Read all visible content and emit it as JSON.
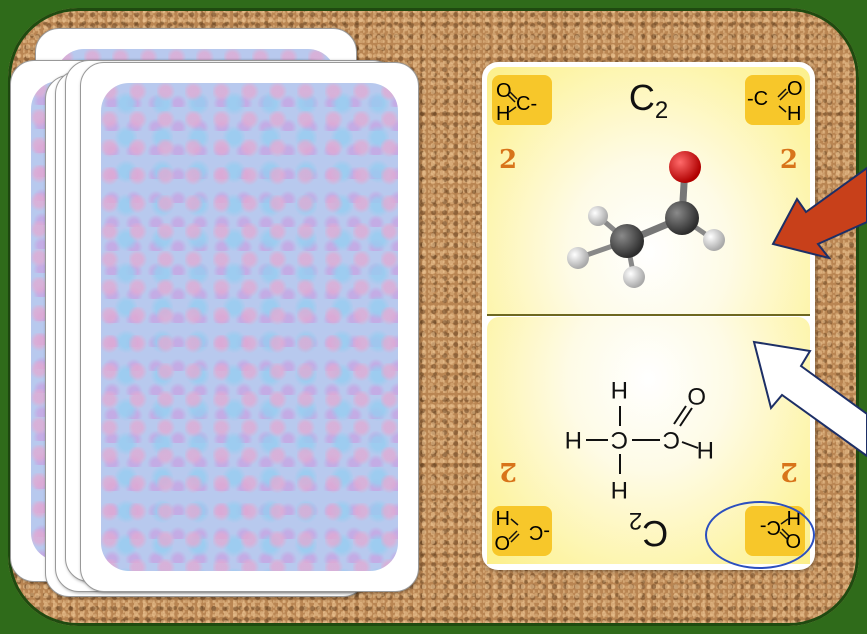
{
  "card": {
    "label": "C2",
    "value": "2",
    "group_top": [
      "O",
      "C-",
      "H"
    ],
    "group_top_right": [
      "-C",
      "O",
      "H"
    ],
    "bottom_structure_atoms": [
      "H",
      "C",
      "C",
      "H",
      "O",
      "H",
      "H"
    ]
  },
  "icons": {
    "draw_pile": "card-back-pattern",
    "molecule": "ball-and-stick-acetaldehyde",
    "red_arrow": "arrow-pointing-left-down",
    "white_arrow": "arrow-pointing-up-left",
    "highlight": "blue-circle"
  },
  "colors": {
    "table_border": "#2f6b1a",
    "card_badge": "#f7c72a",
    "value_orange": "#d8741a",
    "red_arrow": "#c8401a",
    "highlight_blue": "#2b4fbf"
  }
}
